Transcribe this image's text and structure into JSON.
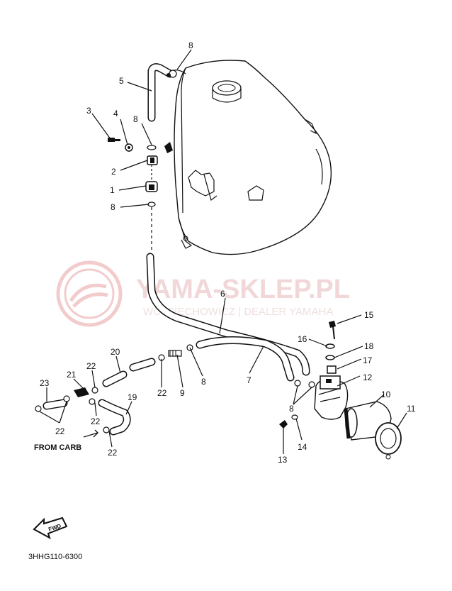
{
  "watermark": {
    "site": "YAMA-SKLEP.PL",
    "dealer": "WOJCIECHOWICZ | DEALER YAMAHA",
    "color": "#e8a4a4"
  },
  "annotations": {
    "from_carb": "FROM CARB",
    "fwd": "FWD",
    "diagram_code": "3HHG110-6300"
  },
  "callouts": [
    "1",
    "2",
    "3",
    "4",
    "5",
    "6",
    "7",
    "8",
    "8",
    "8",
    "8",
    "8",
    "9",
    "10",
    "11",
    "12",
    "13",
    "14",
    "15",
    "16",
    "17",
    "18",
    "19",
    "20",
    "21",
    "22",
    "22",
    "22",
    "22",
    "22",
    "23"
  ]
}
